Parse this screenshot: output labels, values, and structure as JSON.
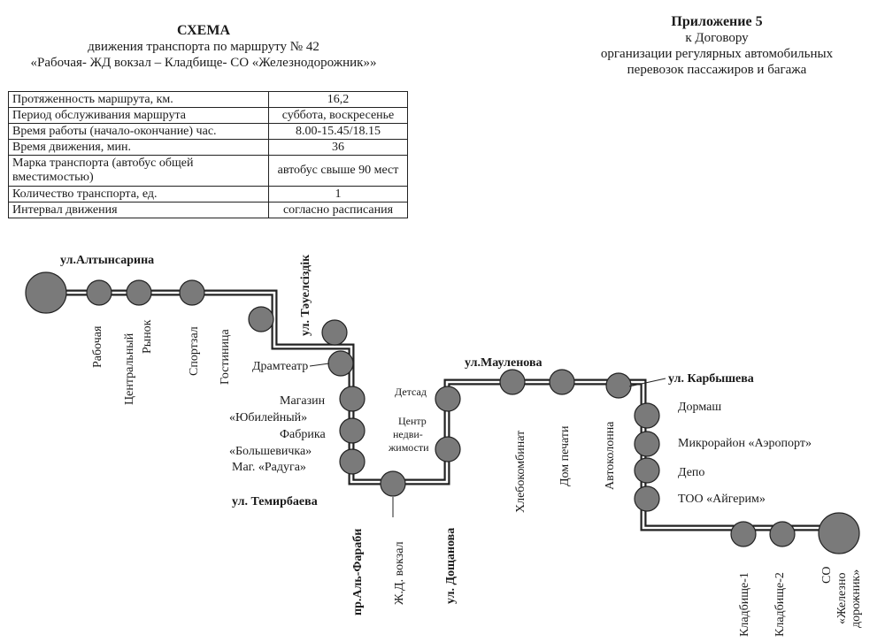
{
  "header": {
    "title": "СХЕМА",
    "line1": "движения  транспорта по маршруту № 42",
    "line2": "«Рабочая- ЖД вокзал – Кладбище- СО «Железнодорожник»»"
  },
  "appendix": {
    "title": "Приложение 5",
    "line1": "к Договору",
    "line2": "организации регулярных автомобильных",
    "line3": "перевозок пассажиров и багажа"
  },
  "info_table": [
    {
      "param": "Протяженность маршрута, км.",
      "value": "16,2"
    },
    {
      "param": "Период обслуживания маршрута",
      "value": "суббота, воскресенье"
    },
    {
      "param": "Время работы (начало-окончание) час.",
      "value": "8.00-15.45/18.15"
    },
    {
      "param": "Время движения, мин.",
      "value": "36"
    },
    {
      "param": "Марка транспорта (автобус общей вместимостью)",
      "value": "автобус свыше 90 мест"
    },
    {
      "param": "Количество транспорта, ед.",
      "value": "1"
    },
    {
      "param": "Интервал движения",
      "value": "согласно расписания"
    }
  ],
  "streets": {
    "altynsarina": "ул.Алтынсарина",
    "tauelsizdik": "ул. Тәуелсіздік",
    "temirbaeva": "ул. Темирбаева",
    "al_farabi": "пр.Аль-Фараби",
    "doshchanova": "ул. Дощанова",
    "maulenova": "ул.Мауленова",
    "karbysheva": "ул. Карбышева"
  },
  "stops": {
    "rabochaya": "Рабочая",
    "tsentralny_1": "Центральный",
    "tsentralny_2": "Рынок",
    "sportzal": "Спортзал",
    "gostinitsa": "Гостиница",
    "dramteatr": "Драмтеатр",
    "magazin_1": "Магазин",
    "magazin_2": "«Юбилейный»",
    "fabrika_1": "Фабрика",
    "fabrika_2": "«Большевичка»",
    "raduga": "Маг. «Радуга»",
    "zhd_vokzal": "Ж.Д. вокзал",
    "detsad": "Детсад",
    "tsentr_1": "Центр",
    "tsentr_2": "недви-",
    "tsentr_3": "жимости",
    "khlebokombinat": "Хлебокомбинат",
    "dom_pechati": "Дом печати",
    "avtokolonna": "Автоколонна",
    "dormash": "Дормаш",
    "mikrorayon": "Микрорайон «Аэропорт»",
    "depo": "Депо",
    "too_aigerim": "ТОО «Айгерим»",
    "kladbishche_1": "Кладбище-1",
    "kladbishche_2": "Кладбище-2",
    "so_1": "СО",
    "so_2": "«Железно",
    "so_3": "дорожник»"
  }
}
